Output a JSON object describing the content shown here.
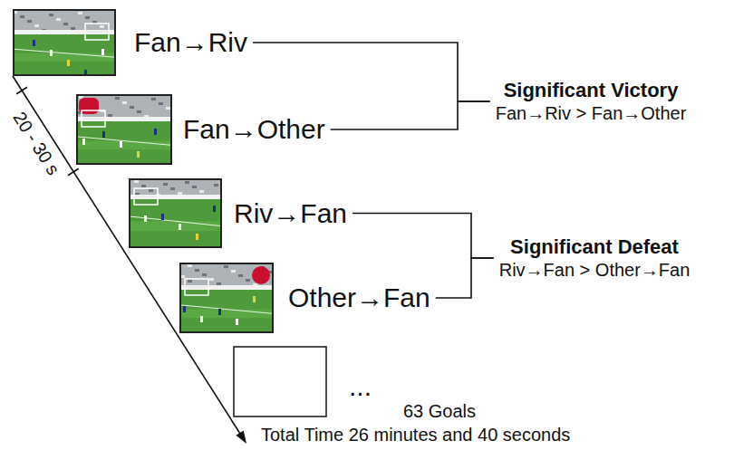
{
  "diagram": {
    "nodes": [
      {
        "text": [
          "Fan→Riv"
        ]
      },
      {
        "text": [
          "Fan→Other"
        ]
      },
      {
        "text": [
          "Riv→Fan"
        ]
      },
      {
        "text": [
          "Other→Fan"
        ]
      },
      {
        "text": [
          "Significant Victory",
          "Fan→Riv > Fan→Other"
        ]
      },
      {
        "text": [
          "Significant Defeat",
          "Riv→Fan > Other→Fan"
        ]
      }
    ],
    "edges": [
      {
        "from": 0,
        "to": 4,
        "arrow": "none"
      },
      {
        "from": 1,
        "to": 4,
        "arrow": "none"
      },
      {
        "from": 2,
        "to": 5,
        "arrow": "none"
      },
      {
        "from": 3,
        "to": 5,
        "arrow": "none"
      }
    ],
    "labels": [
      "20 - 30 s",
      "...",
      "63 Goals",
      "Total Time 26 minutes and 40 seconds"
    ]
  }
}
